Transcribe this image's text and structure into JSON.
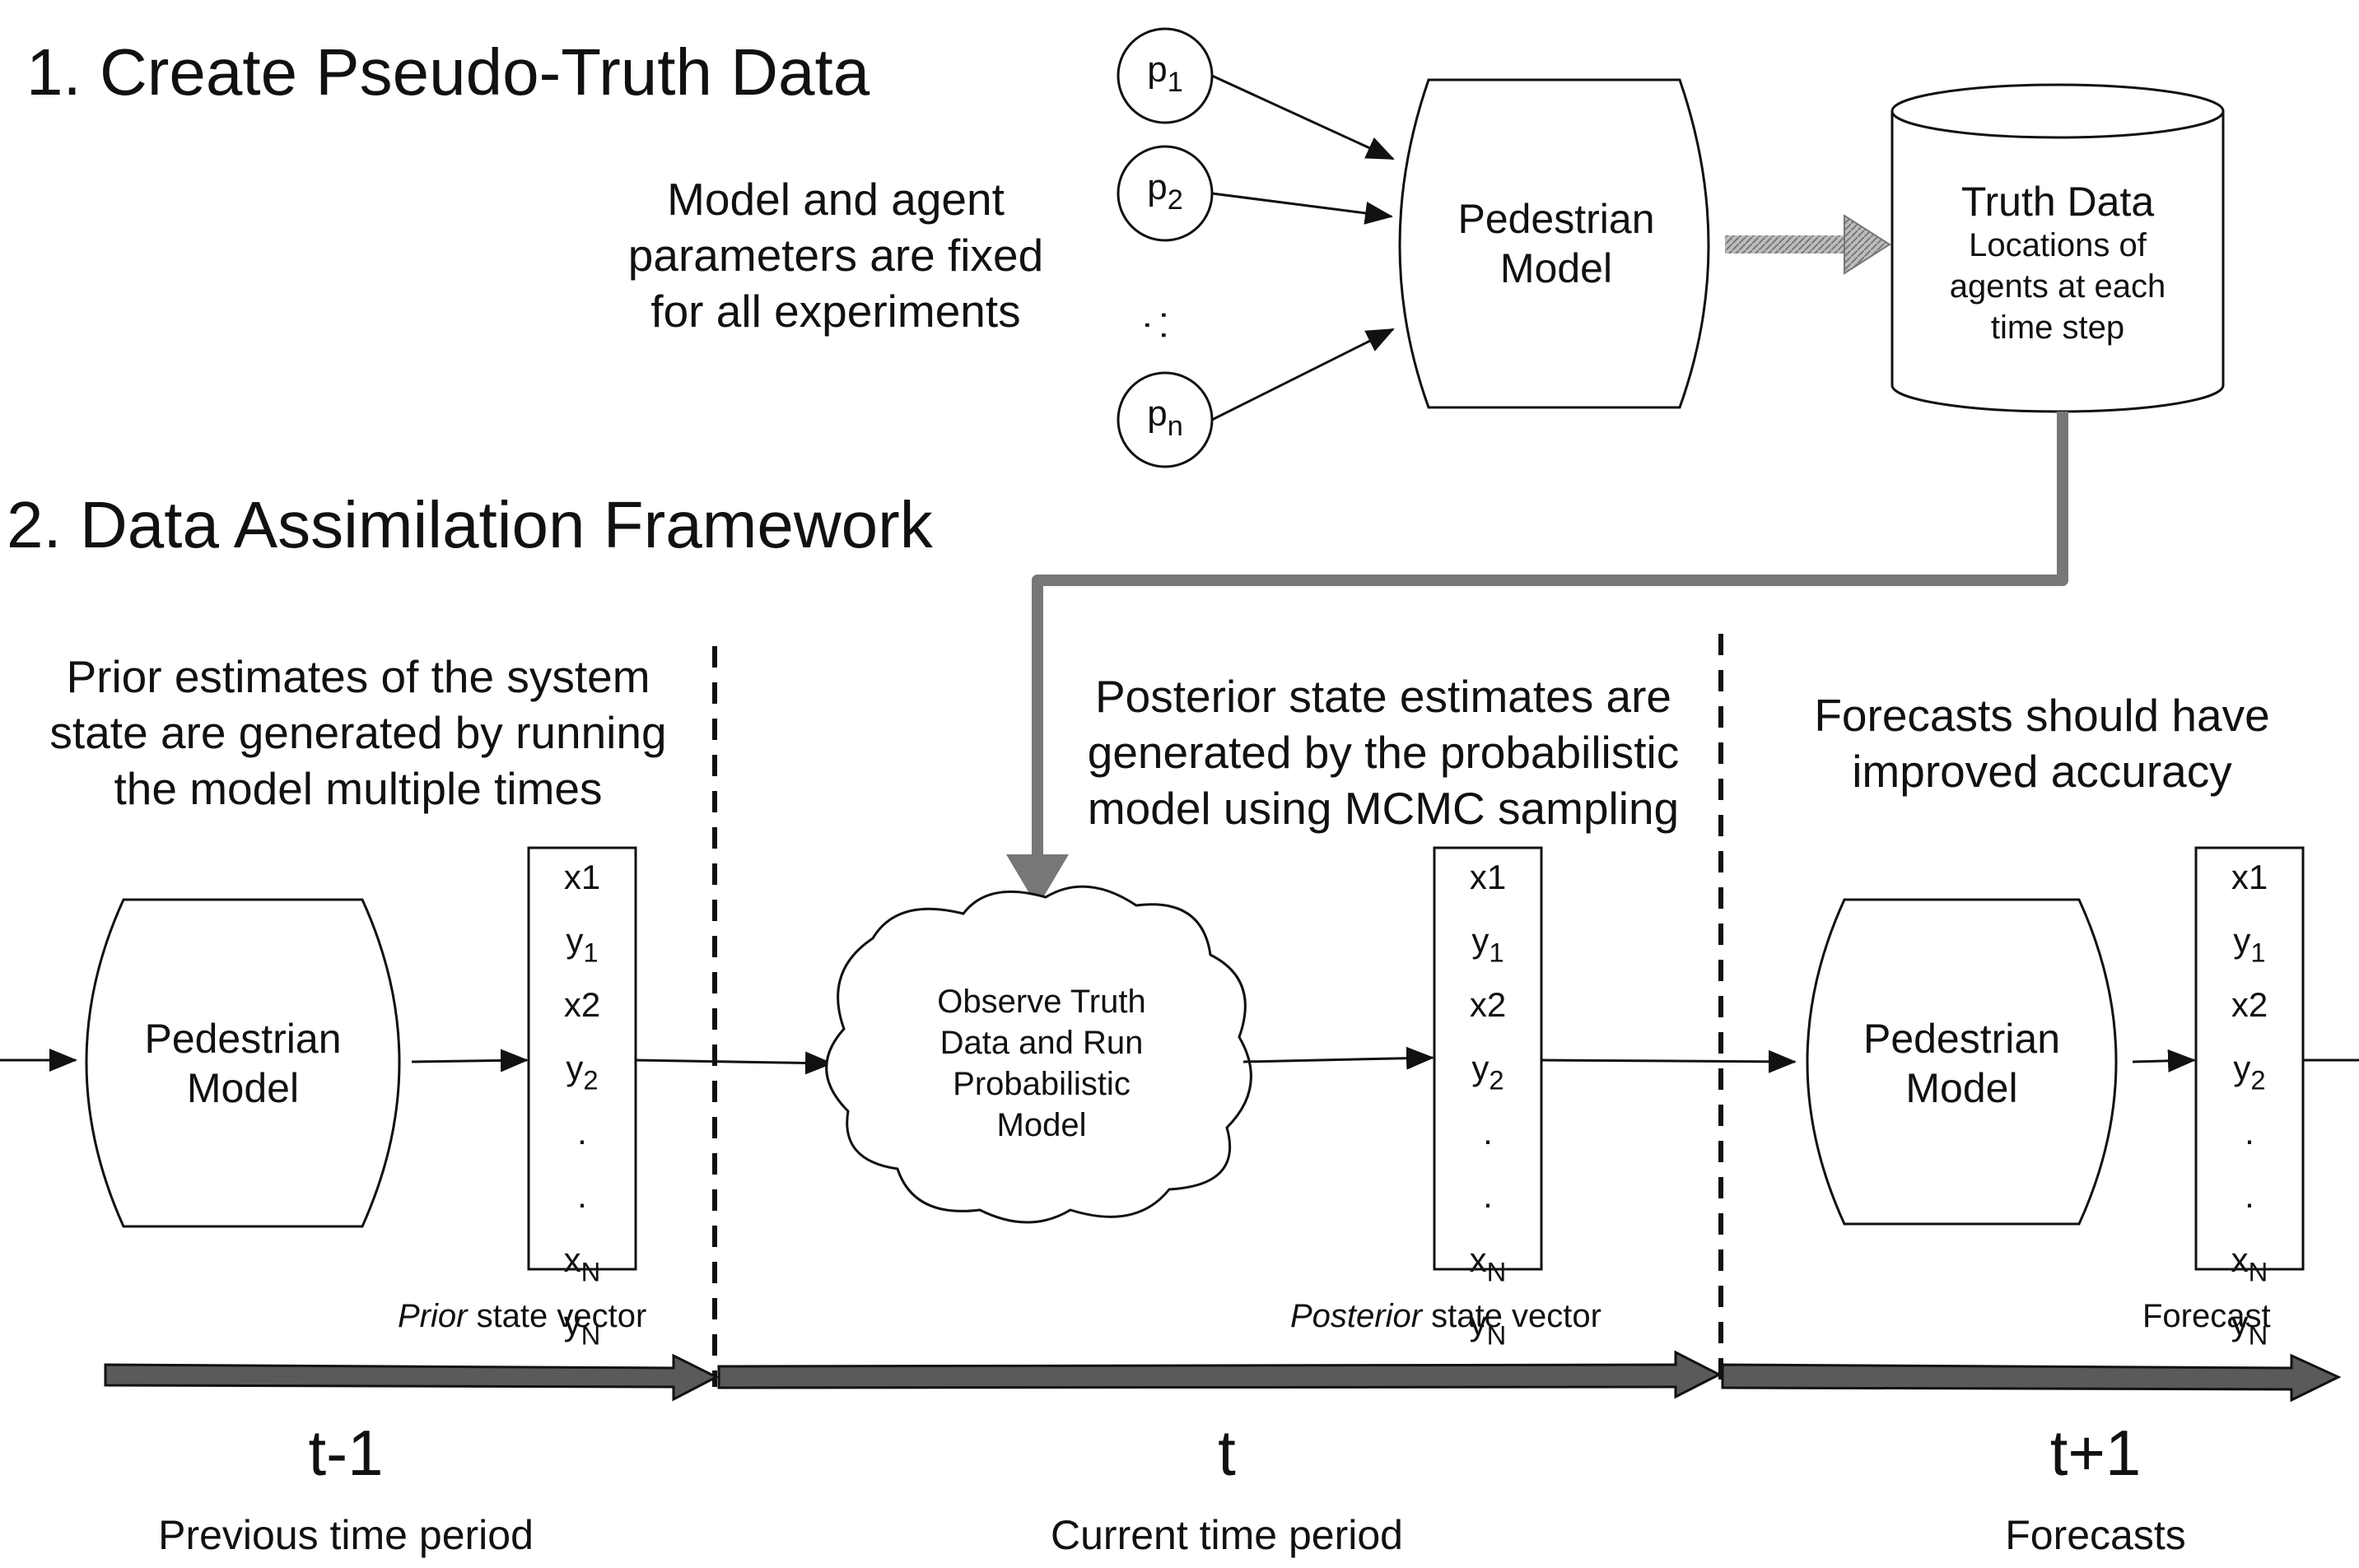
{
  "section1_title": "1. Create Pseudo-Truth Data",
  "section2_title": "2. Data Assimilation Framework",
  "params_note": "Model and agent parameters are fixed for all experiments",
  "params": [
    {
      "base": "p",
      "sub": "1"
    },
    {
      "base": "p",
      "sub": "2"
    },
    {
      "base": "p",
      "sub": "n"
    }
  ],
  "params_ellipsis": ". . .",
  "model_top_label": "Pedestrian Model",
  "truth_data": {
    "title": "Truth Data",
    "desc": "Locations of agents at each time step"
  },
  "prior_note": "Prior estimates of the system state are generated by running the model multiple times",
  "posterior_note": "Posterior state estimates are generated by the probabilistic model using MCMC sampling",
  "forecast_note": "Forecasts should have improved accuracy",
  "model_left_label": "Pedestrian Model",
  "model_right_label": "Pedestrian Model",
  "cloud_label": "Observe Truth Data and Run Probabilistic Model",
  "state_vector": [
    {
      "base": "x1",
      "sub": ""
    },
    {
      "base": "y",
      "sub": "1"
    },
    {
      "base": "x2",
      "sub": ""
    },
    {
      "base": "y",
      "sub": "2"
    },
    {
      "base": ".",
      "sub": ""
    },
    {
      "base": ".",
      "sub": ""
    },
    {
      "base": "x",
      "sub": "N"
    },
    {
      "base": "y",
      "sub": "N"
    }
  ],
  "captions": {
    "prior_italic": "Prior",
    "prior_rest": " state vector",
    "posterior_italic": "Posterior",
    "posterior_rest": " state vector",
    "forecast": "Forecast"
  },
  "periods": [
    {
      "label": "t-1",
      "desc": "Previous time period"
    },
    {
      "label": "t",
      "desc": "Current time period"
    },
    {
      "label": "t+1",
      "desc": "Forecasts"
    }
  ],
  "colors": {
    "line": "#111111",
    "gray_arrow": "#6f6f6f",
    "timeline_fill": "#5a5a5a"
  }
}
